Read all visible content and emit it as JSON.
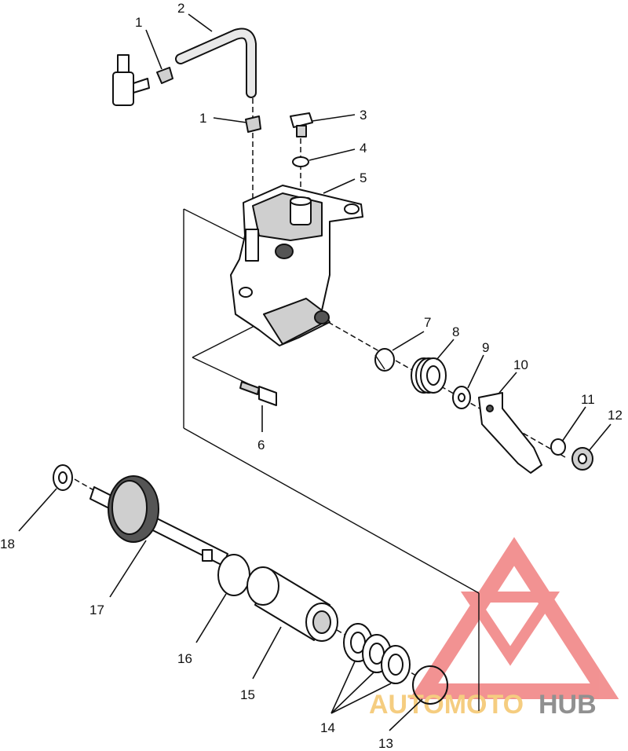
{
  "callouts": [
    "1",
    "2",
    "1",
    "3",
    "4",
    "5",
    "6",
    "7",
    "8",
    "9",
    "10",
    "11",
    "12",
    "13",
    "14",
    "15",
    "16",
    "17",
    "18"
  ],
  "watermark": {
    "part1": "AUTOMOTO",
    "part2": "HUB",
    "colors": {
      "triangle": "#f08080",
      "part1": "#f4c56a",
      "part2": "#7d7d7d"
    }
  }
}
